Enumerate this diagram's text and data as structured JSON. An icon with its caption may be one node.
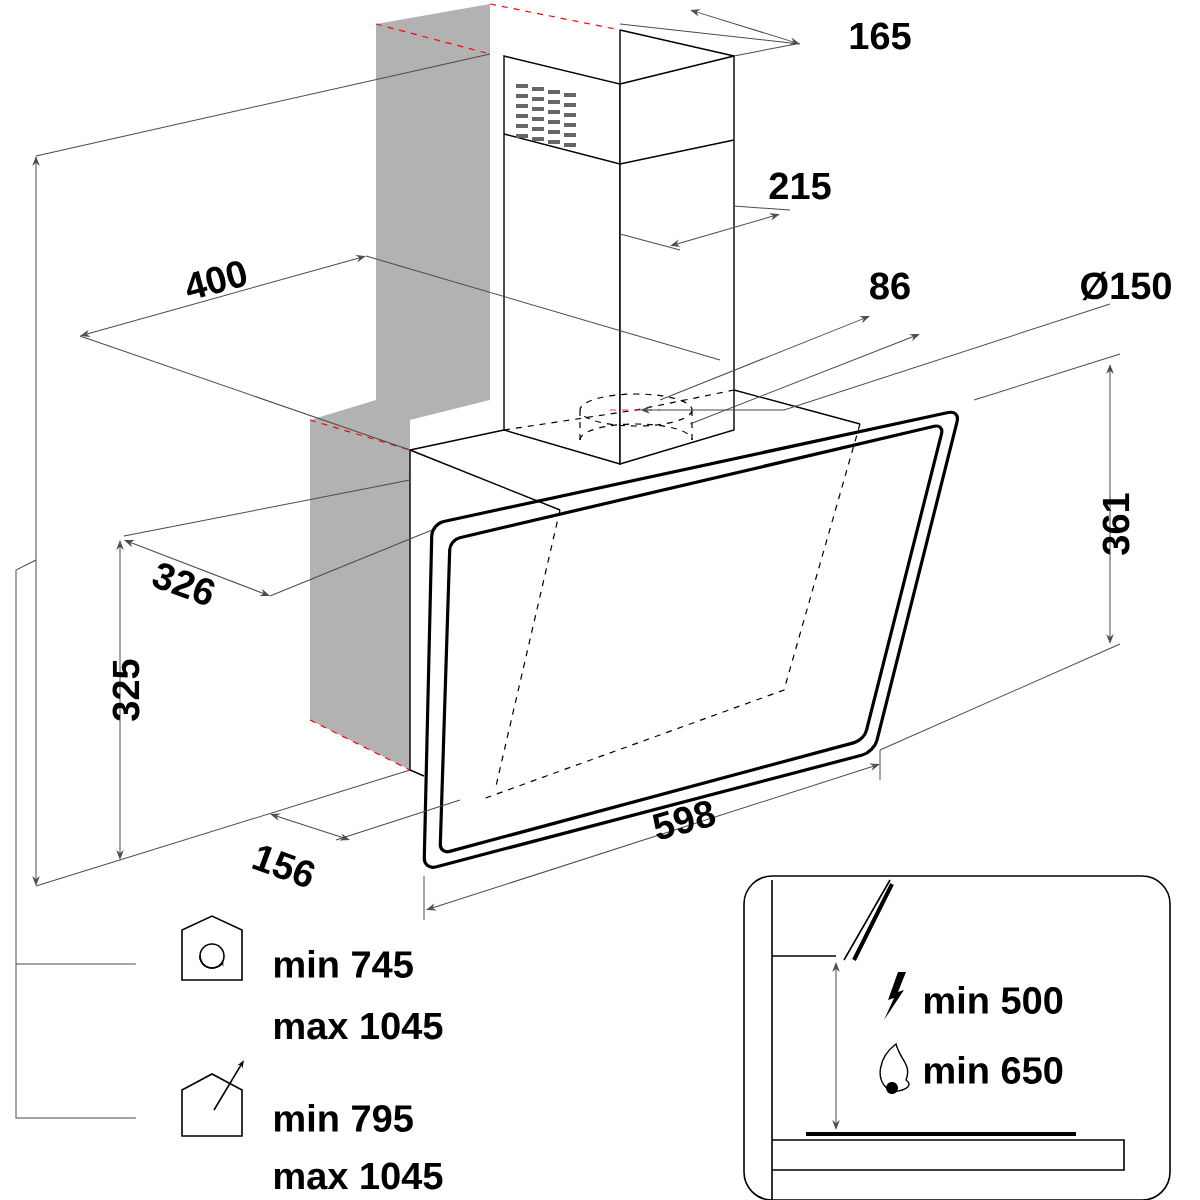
{
  "diagram": {
    "labels": [
      "165",
      "215",
      "400",
      "86",
      "Ø150",
      "361",
      "326",
      "325",
      "156",
      "598",
      "min 745",
      "max 1045",
      "min 795",
      "max 1045",
      "min 500",
      "min 650"
    ]
  }
}
